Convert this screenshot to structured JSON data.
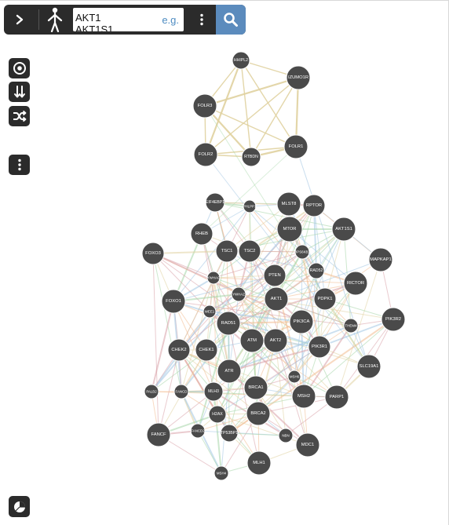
{
  "search": {
    "query_lines": [
      "AKT1",
      "AKT1S1"
    ],
    "example_hint": "e.g."
  },
  "icons": {
    "expand": "chevron-right-icon",
    "organism": "human-figure-icon",
    "search_menu": "vertical-dots-icon",
    "search": "magnifier-icon",
    "focus": "target-icon",
    "layout": "arrows-down-icon",
    "shuffle": "shuffle-icon",
    "options": "vertical-dots-icon",
    "legend": "pie-chart-icon"
  },
  "colors": {
    "toolbar": "#2b2b2b",
    "search_button": "#5b8bbd",
    "node": "#4a4a4a",
    "node_stroke": "#ffffff",
    "edge_coexpression": "#d8a0a8",
    "edge_colocalization": "#a3c6e3",
    "edge_genetic": "#a5d6a7",
    "edge_pathway": "#e0d2a0",
    "edge_predicted": "#f2bb8f"
  },
  "network": {
    "nodes": [
      {
        "id": "HHIPL2",
        "label": "HHIPL2"
      },
      {
        "id": "IZUMO1R",
        "label": "IZUMO1R"
      },
      {
        "id": "FOLR3",
        "label": "FOLR3"
      },
      {
        "id": "FOLR2",
        "label": "FOLR2"
      },
      {
        "id": "RTBDN",
        "label": "RTBDN"
      },
      {
        "id": "FOLR1",
        "label": "FOLR1"
      },
      {
        "id": "EIF4EBP1",
        "label": "EIF4EBP1"
      },
      {
        "id": "PHLPP1",
        "label": "PHLPP1"
      },
      {
        "id": "MLST8",
        "label": "MLST8"
      },
      {
        "id": "RPTOR",
        "label": "RPTOR"
      },
      {
        "id": "RHEB",
        "label": "RHEB"
      },
      {
        "id": "MTOR",
        "label": "MTOR"
      },
      {
        "id": "AKT1S1",
        "label": "AKT1S1"
      },
      {
        "id": "FOXO3",
        "label": "FOXO3"
      },
      {
        "id": "TSC1",
        "label": "TSC1"
      },
      {
        "id": "TSC2",
        "label": "TSC2"
      },
      {
        "id": "RPS6KB1",
        "label": "RPS6KB1"
      },
      {
        "id": "MAPKAP1",
        "label": "MAPKAP1"
      },
      {
        "id": "RAD52",
        "label": "RAD52"
      },
      {
        "id": "YWHAG",
        "label": "YWHAG"
      },
      {
        "id": "PTEN",
        "label": "PTEN"
      },
      {
        "id": "RICTOR",
        "label": "RICTOR"
      },
      {
        "id": "YWHAZ",
        "label": "YWHAZ"
      },
      {
        "id": "FOXO1",
        "label": "FOXO1"
      },
      {
        "id": "AKT1",
        "label": "AKT1"
      },
      {
        "id": "PDPK1",
        "label": "PDPK1"
      },
      {
        "id": "WEE1",
        "label": "WEE1"
      },
      {
        "id": "PIK3R2",
        "label": "PIK3R2"
      },
      {
        "id": "RAD51",
        "label": "RAD51"
      },
      {
        "id": "PIK3CA",
        "label": "PIK3CA"
      },
      {
        "id": "THEM4",
        "label": "THEM4"
      },
      {
        "id": "ATM",
        "label": "ATM"
      },
      {
        "id": "AKT2",
        "label": "AKT2"
      },
      {
        "id": "CHEK2",
        "label": "CHEK2"
      },
      {
        "id": "CHEK1",
        "label": "CHEK1"
      },
      {
        "id": "PIK3R1",
        "label": "PIK3R1"
      },
      {
        "id": "SLC19A1",
        "label": "SLC19A1"
      },
      {
        "id": "ATR",
        "label": "ATR"
      },
      {
        "id": "MSH6",
        "label": "MSH6"
      },
      {
        "id": "PALB2",
        "label": "PALB2"
      },
      {
        "id": "FANCD",
        "label": "FANCD"
      },
      {
        "id": "MLH3",
        "label": "MLH3"
      },
      {
        "id": "BRCA1",
        "label": "BRCA1"
      },
      {
        "id": "MSH2",
        "label": "MSH2"
      },
      {
        "id": "PARP1",
        "label": "PARP1"
      },
      {
        "id": "H2AX",
        "label": "H2AX"
      },
      {
        "id": "BRCA2",
        "label": "BRCA2"
      },
      {
        "id": "FANCF",
        "label": "FANCF"
      },
      {
        "id": "FANCD2",
        "label": "FANCD2"
      },
      {
        "id": "TP53BP1",
        "label": "TP53BP1"
      },
      {
        "id": "NBN",
        "label": "NBN"
      },
      {
        "id": "MDC1",
        "label": "MDC1"
      },
      {
        "id": "MLH1",
        "label": "MLH1"
      },
      {
        "id": "MSH4",
        "label": "MSH4"
      }
    ]
  }
}
